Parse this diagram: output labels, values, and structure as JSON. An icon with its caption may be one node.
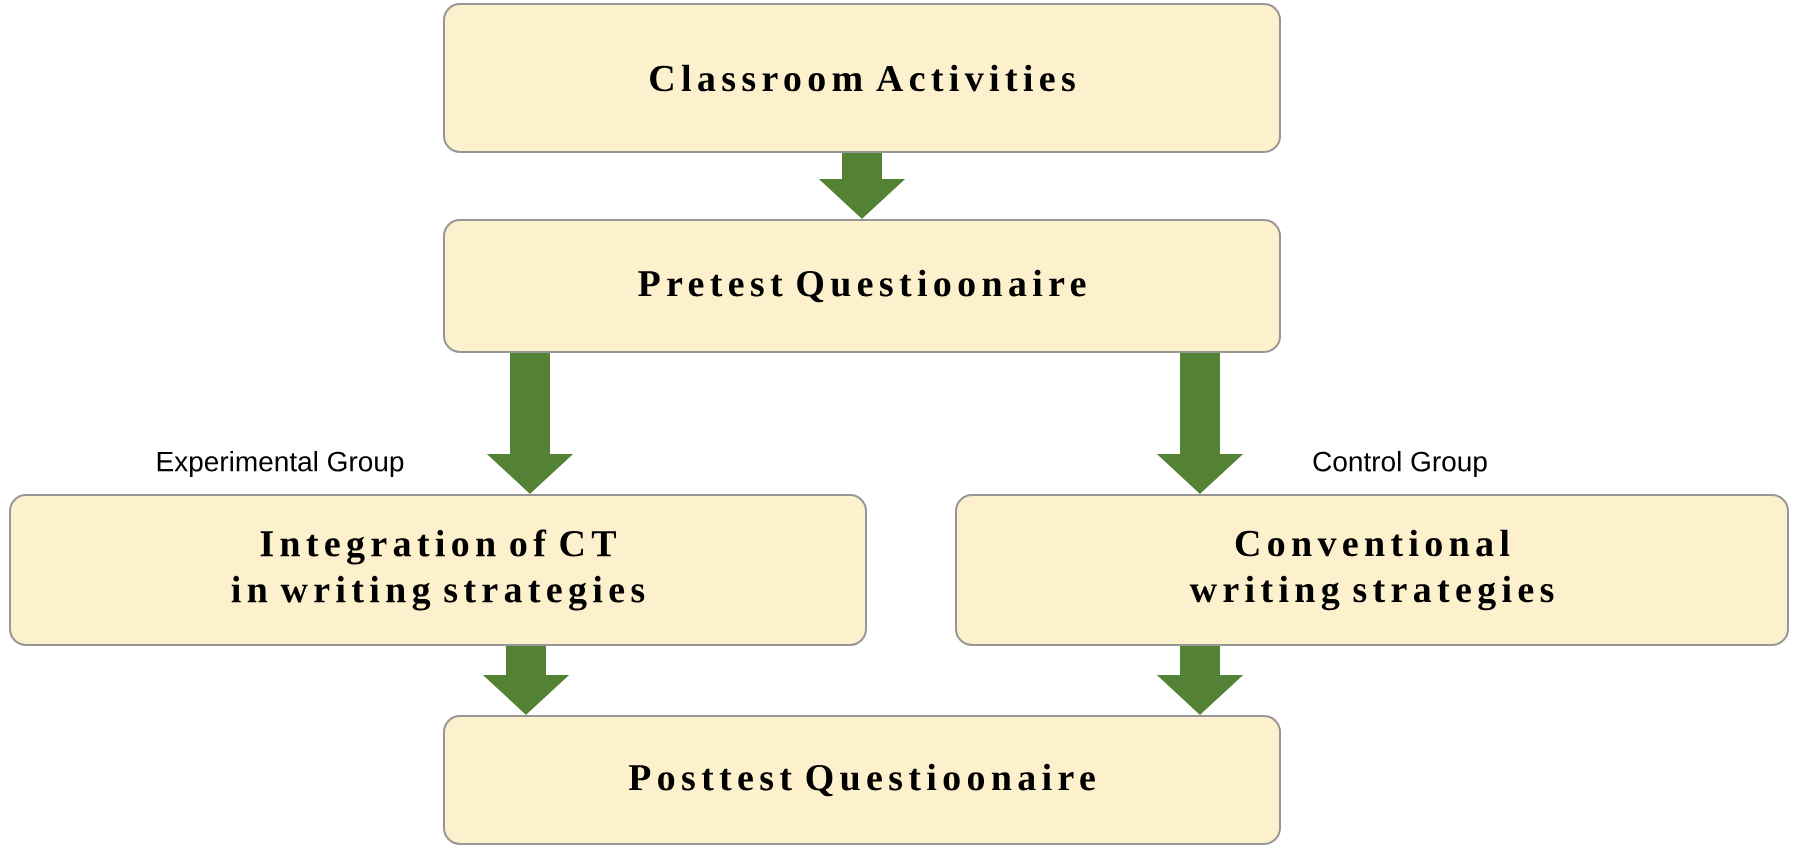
{
  "diagram": {
    "nodes": [
      {
        "text": [
          "Classroom Activities"
        ]
      },
      {
        "text": [
          "Pretest Questioonaire"
        ]
      },
      {
        "text": [
          "Integration of CT in writing strategies"
        ],
        "beside": [
          "Experimental Group"
        ]
      },
      {
        "text": [
          "Conventional writing strategies"
        ],
        "beside": [
          "Control Group"
        ]
      },
      {
        "text": [
          "Posttest Questioonaire"
        ]
      }
    ],
    "edges": [
      {
        "from": 0,
        "to": 1,
        "arrow": "to"
      },
      {
        "from": 1,
        "to": 2,
        "arrow": "to"
      },
      {
        "from": 1,
        "to": 3,
        "arrow": "to"
      },
      {
        "from": 2,
        "to": 4,
        "arrow": "to"
      },
      {
        "from": 3,
        "to": 4,
        "arrow": "to"
      }
    ]
  }
}
